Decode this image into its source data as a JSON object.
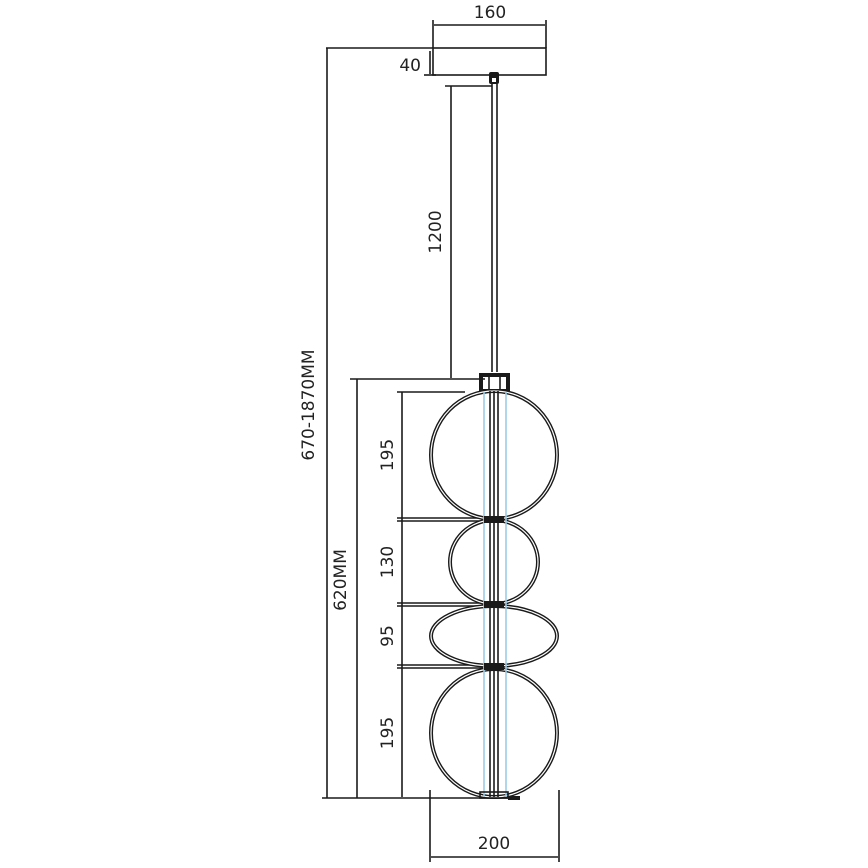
{
  "drawing": {
    "type": "technical dimension drawing - pendant lamp with four stacked ring/oval shades",
    "colors": {
      "line": "#1a1a1a",
      "led_strip": "#9ccbe6",
      "background": "#ffffff"
    },
    "dimensions": {
      "canopy_width": "160",
      "canopy_height": "40",
      "cable_length": "1200",
      "total_height": "670-1870MM",
      "body_height": "620MM",
      "ring1": "195",
      "ring2": "130",
      "ring3": "95",
      "ring4": "195",
      "body_width": "200"
    }
  }
}
